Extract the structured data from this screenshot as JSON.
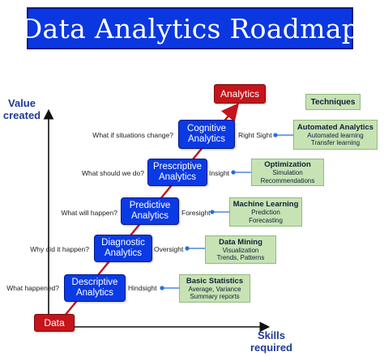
{
  "title": "Data Analytics Roadmap",
  "axes": {
    "y_label_line1": "Value",
    "y_label_line2": "created",
    "x_label_line1": "Skills",
    "x_label_line2": "required"
  },
  "start": "Data",
  "end": "Analytics",
  "techniques_header": "Techniques",
  "stages": [
    {
      "line1": "Descriptive",
      "line2": "Analytics",
      "question": "What happened?",
      "insight": "Hindsight",
      "technique": {
        "title": "Basic Statistics",
        "sub1": "Average, Variance",
        "sub2": "Summary reports"
      }
    },
    {
      "line1": "Diagnostic",
      "line2": "Analytics",
      "question": "Why did it happen?",
      "insight": "Oversight",
      "technique": {
        "title": "Data Mining",
        "sub1": "Visualization",
        "sub2": "Trends, Patterns"
      }
    },
    {
      "line1": "Predictive",
      "line2": "Analytics",
      "question": "What will happen?",
      "insight": "Foresight",
      "technique": {
        "title": "Machine Learning",
        "sub1": "Prediction",
        "sub2": "Forecasting"
      }
    },
    {
      "line1": "Prescriptive",
      "line2": "Analytics",
      "question": "What should we do?",
      "insight": "Insight",
      "technique": {
        "title": "Optimization",
        "sub1": "Simulation",
        "sub2": "Recommendations"
      }
    },
    {
      "line1": "Cognitive",
      "line2": "Analytics",
      "question": "What if situations change?",
      "insight": "Right Sight",
      "technique": {
        "title": "Automated Analytics",
        "sub1": "Automated learning",
        "sub2": "Transfer learning"
      }
    }
  ],
  "colors": {
    "stage_blue": "#0a3ae4",
    "red": "#c3151b",
    "technique_green": "#c7e3b4",
    "axis_label_blue": "#1f3a93"
  }
}
